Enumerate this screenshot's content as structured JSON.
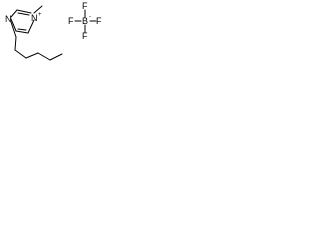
{
  "structure": {
    "cation": {
      "n1_label": "N",
      "n3_label": "N",
      "n3_charge": "+"
    },
    "anion": {
      "center_label": "B",
      "center_charge": "-",
      "f_top": "F",
      "f_left": "F",
      "f_right": "F",
      "f_bottom": "F"
    }
  }
}
